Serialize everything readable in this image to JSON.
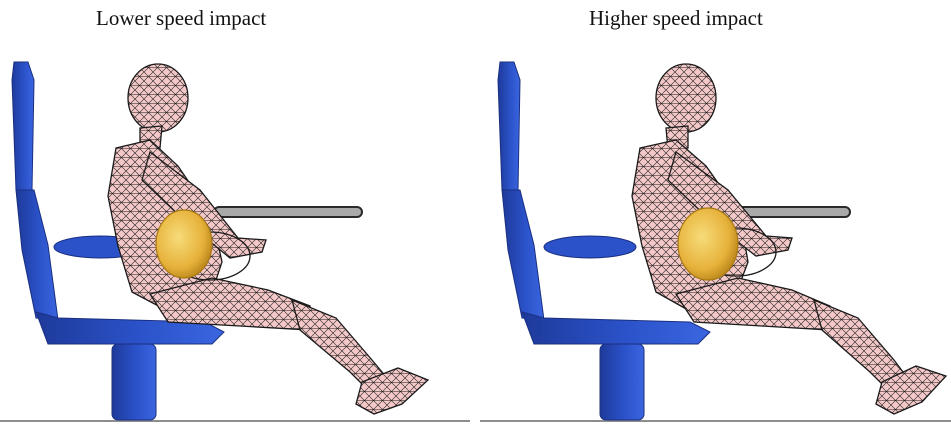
{
  "panels": [
    {
      "id": "left",
      "title": "Lower speed impact"
    },
    {
      "id": "right",
      "title": "Higher speed impact"
    }
  ],
  "colors": {
    "seat": "#2b52c9",
    "seat_dark": "#1e3a9a",
    "seat_shadow": "#1a2f80",
    "mesh_fill": "#f4c8c8",
    "mesh_line": "#1a1a1a",
    "fetus_fill": "#e6b13a",
    "table_top": "#a9a9a9",
    "table_edge": "#2a2a2a",
    "floor": "#8d8d8d"
  },
  "icons": {
    "seat": "train-seat-icon",
    "occupant": "pregnant-occupant-mesh-icon",
    "table": "seatback-table-icon"
  }
}
